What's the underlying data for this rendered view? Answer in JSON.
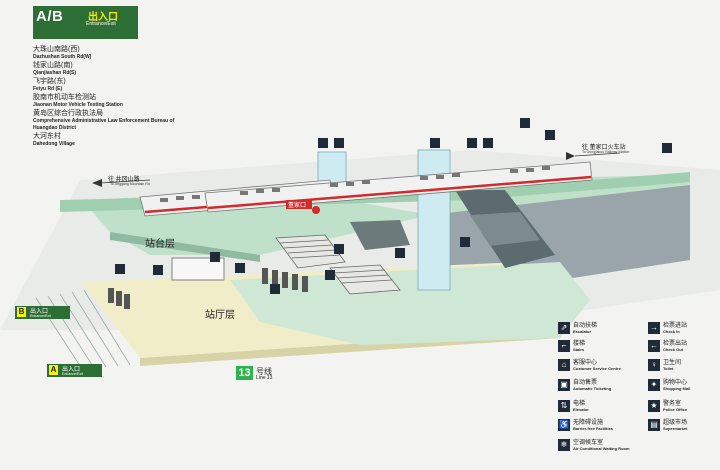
{
  "header": {
    "badge": "A/B",
    "badge_cn": "出入口",
    "badge_en": "Entrance/Exit"
  },
  "exits": [
    {
      "cn": "大珠山南路(西)",
      "en": "Dazhushan South Rd(W)"
    },
    {
      "cn": "钱家山路(南)",
      "en": "Qianjiashan Rd(S)"
    },
    {
      "cn": "飞宇路(东)",
      "en": "Feiyu Rd (E)"
    },
    {
      "cn": "胶南市机动车检测站",
      "en": "Jiaonan Motor Vehicle Testing Station"
    },
    {
      "cn": "黄岛区综合行政执法局",
      "en": "Comprehensive Administrative Law Enforcement Bureau of Huangdao District"
    },
    {
      "cn": "大河东村",
      "en": "Dahedong Village"
    }
  ],
  "directions": {
    "left_cn": "往 井冈山路",
    "left_en": "To Jinggang Mountain Rd",
    "right_cn": "往 董家口火车站",
    "right_en": "To Dongjiakou Railway Station"
  },
  "levels": {
    "platform": "站台层",
    "concourse": "站厅层"
  },
  "train_sign": "董家口",
  "entrances": [
    {
      "letter": "B",
      "cn": "出入口",
      "en": "Entrance/Exit"
    },
    {
      "letter": "A",
      "cn": "出入口",
      "en": "Entrance/Exit"
    }
  ],
  "line": {
    "number": "13",
    "cn": "号线",
    "en": "Line 13",
    "color": "#2eb34a"
  },
  "legend": [
    {
      "icon": "escalator-icon",
      "cn": "自动扶梯",
      "en": "Escalator"
    },
    {
      "icon": "check-in-icon",
      "cn": "检票进站",
      "en": "Check In"
    },
    {
      "icon": "stairs-icon",
      "cn": "楼梯",
      "en": "Stairs"
    },
    {
      "icon": "check-out-icon",
      "cn": "检票出站",
      "en": "Check Out"
    },
    {
      "icon": "service-centre-icon",
      "cn": "客服中心",
      "en": "Customer Service Centre"
    },
    {
      "icon": "toilet-icon",
      "cn": "卫生间",
      "en": "Toilet"
    },
    {
      "icon": "ticketing-icon",
      "cn": "自动售票",
      "en": "Automatic Ticketing"
    },
    {
      "icon": "shopping-mall-icon",
      "cn": "购物中心",
      "en": "Shopping Mall"
    },
    {
      "icon": "elevator-icon",
      "cn": "电梯",
      "en": "Elevator"
    },
    {
      "icon": "police-office-icon",
      "cn": "警务室",
      "en": "Police Office"
    },
    {
      "icon": "barrier-free-icon",
      "cn": "无障碍设施",
      "en": "Barrier-free Facilities"
    },
    {
      "icon": "supermarket-icon",
      "cn": "超级市场",
      "en": "Supermarket"
    },
    {
      "icon": "ac-waiting-room-icon",
      "cn": "空调候车室",
      "en": "Air Conditional Waiting Room"
    }
  ],
  "colors": {
    "accent_green": "#2d6e35",
    "platform_green": "#bfe0c9",
    "floor_yellow": "#f1edc8",
    "train_red": "#d32a2a"
  }
}
